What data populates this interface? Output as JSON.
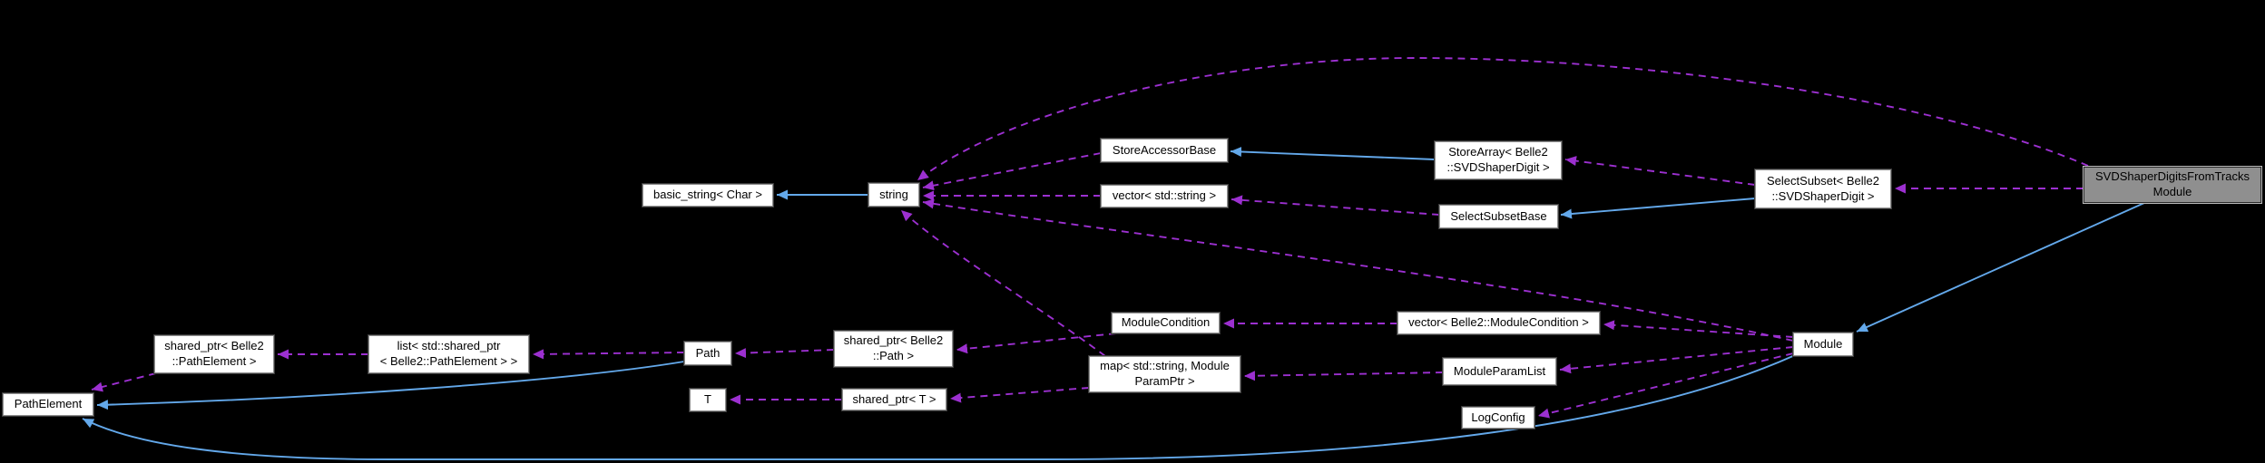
{
  "diagram": {
    "kind": "doxygen-collaboration-graph",
    "background_color": "#000000",
    "node_fill": "#ffffff",
    "node_border": "#8f8f8f",
    "main_node_fill": "#8f8f8f",
    "inheritance_edge_color": "#63a8ea",
    "usage_edge_color": "#9c30d0"
  },
  "nodes": [
    {
      "id": "path-element",
      "label": "PathElement"
    },
    {
      "id": "shared-ptr-path-element",
      "label": "shared_ptr< Belle2\n::PathElement >"
    },
    {
      "id": "list-shared-ptr",
      "label": "list< std::shared_ptr\n< Belle2::PathElement > >"
    },
    {
      "id": "path",
      "label": "Path"
    },
    {
      "id": "t",
      "label": "T"
    },
    {
      "id": "basic-string",
      "label": "basic_string< Char >"
    },
    {
      "id": "string",
      "label": "string"
    },
    {
      "id": "store-accessor-base",
      "label": "StoreAccessorBase"
    },
    {
      "id": "vector-string",
      "label": "vector< std::string >"
    },
    {
      "id": "store-array",
      "label": "StoreArray< Belle2\n::SVDShaperDigit >"
    },
    {
      "id": "select-subset-base",
      "label": "SelectSubsetBase"
    },
    {
      "id": "select-subset",
      "label": "SelectSubset< Belle2\n::SVDShaperDigit >"
    },
    {
      "id": "svd-module",
      "label": "SVDShaperDigitsFromTracks\nModule"
    },
    {
      "id": "module-condition",
      "label": "ModuleCondition"
    },
    {
      "id": "vector-module-condition",
      "label": "vector< Belle2::ModuleCondition >"
    },
    {
      "id": "shared-ptr-path",
      "label": "shared_ptr< Belle2\n::Path >"
    },
    {
      "id": "map-param",
      "label": "map< std::string, Module\nParamPtr >"
    },
    {
      "id": "shared-ptr-t",
      "label": "shared_ptr< T >"
    },
    {
      "id": "module-param-list",
      "label": "ModuleParamList"
    },
    {
      "id": "log-config",
      "label": "LogConfig"
    },
    {
      "id": "module",
      "label": "Module"
    }
  ],
  "edges": [
    {
      "from": "string",
      "to": "basic-string",
      "type": "inheritance"
    },
    {
      "from": "store-array",
      "to": "store-accessor-base",
      "type": "inheritance"
    },
    {
      "from": "select-subset",
      "to": "select-subset-base",
      "type": "inheritance"
    },
    {
      "from": "svd-module",
      "to": "module",
      "type": "inheritance"
    },
    {
      "from": "path",
      "to": "path-element",
      "type": "inheritance"
    },
    {
      "from": "module",
      "to": "path-element",
      "type": "inheritance"
    },
    {
      "from": "shared-ptr-path-element",
      "to": "path-element",
      "type": "usage"
    },
    {
      "from": "list-shared-ptr",
      "to": "shared-ptr-path-element",
      "type": "usage"
    },
    {
      "from": "path",
      "to": "list-shared-ptr",
      "type": "usage"
    },
    {
      "from": "shared-ptr-path",
      "to": "path",
      "type": "usage"
    },
    {
      "from": "shared-ptr-t",
      "to": "t",
      "type": "usage"
    },
    {
      "from": "map-param",
      "to": "shared-ptr-t",
      "type": "usage"
    },
    {
      "from": "module-condition",
      "to": "shared-ptr-path",
      "type": "usage"
    },
    {
      "from": "map-param",
      "to": "string",
      "type": "usage"
    },
    {
      "from": "store-accessor-base",
      "to": "string",
      "type": "usage"
    },
    {
      "from": "vector-string",
      "to": "string",
      "type": "usage"
    },
    {
      "from": "module",
      "to": "string",
      "type": "usage"
    },
    {
      "from": "svd-module",
      "to": "string",
      "type": "usage"
    },
    {
      "from": "select-subset-base",
      "to": "vector-string",
      "type": "usage"
    },
    {
      "from": "select-subset",
      "to": "store-array",
      "type": "usage"
    },
    {
      "from": "svd-module",
      "to": "select-subset",
      "type": "usage"
    },
    {
      "from": "vector-module-condition",
      "to": "module-condition",
      "type": "usage"
    },
    {
      "from": "module",
      "to": "vector-module-condition",
      "type": "usage"
    },
    {
      "from": "module-param-list",
      "to": "map-param",
      "type": "usage"
    },
    {
      "from": "module",
      "to": "module-param-list",
      "type": "usage"
    },
    {
      "from": "module",
      "to": "log-config",
      "type": "usage"
    }
  ]
}
